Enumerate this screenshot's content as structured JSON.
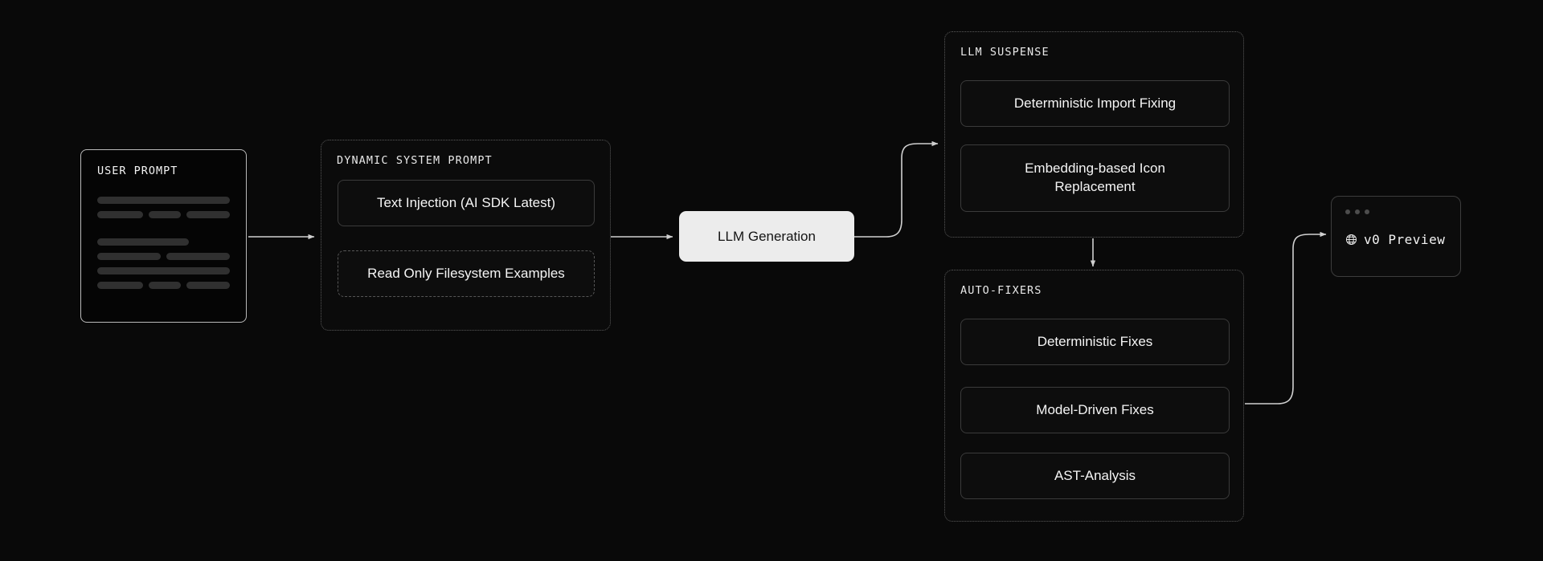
{
  "canvas": {
    "background": "#090909",
    "edge_color": "#cfcfcf",
    "panel_border": "#5a5a5a",
    "box_border": "#3b3b3b",
    "accent_light": "#ececec"
  },
  "user_prompt": {
    "title": "USER PROMPT",
    "skeleton_rows": [
      [
        140
      ],
      [
        53,
        38,
        55
      ],
      [],
      [
        95
      ],
      [
        70,
        100
      ],
      [
        140
      ],
      [
        53,
        38,
        55
      ]
    ]
  },
  "dynamic_system_prompt": {
    "title": "DYNAMIC SYSTEM PROMPT",
    "items": [
      {
        "label": "Text Injection (AI SDK Latest)",
        "style": "solid"
      },
      {
        "label": "Read Only Filesystem Examples",
        "style": "dashed"
      }
    ]
  },
  "llm_generation": {
    "label": "LLM Generation"
  },
  "llm_suspense": {
    "title": "LLM SUSPENSE",
    "items": [
      {
        "label": "Deterministic Import Fixing"
      },
      {
        "label": "Embedding-based Icon Replacement"
      }
    ]
  },
  "auto_fixers": {
    "title": "AUTO-FIXERS",
    "items": [
      {
        "label": "Deterministic Fixes"
      },
      {
        "label": "Model-Driven Fixes"
      },
      {
        "label": "AST-Analysis"
      }
    ]
  },
  "preview": {
    "label": "v0 Preview",
    "icon": "globe-icon",
    "window_dots": 3
  },
  "edges": [
    {
      "from": "user-prompt",
      "to": "dynamic-system-prompt",
      "type": "straight-arrow"
    },
    {
      "from": "dynamic-system-prompt",
      "to": "llm-generation",
      "type": "straight-arrow"
    },
    {
      "from": "llm-generation",
      "to": "llm-suspense",
      "type": "curved-arrow"
    },
    {
      "from": "llm-suspense",
      "to": "auto-fixers",
      "type": "vertical-arrow"
    },
    {
      "from": "auto-fixers",
      "to": "v0-preview",
      "type": "curved-arrow"
    }
  ]
}
